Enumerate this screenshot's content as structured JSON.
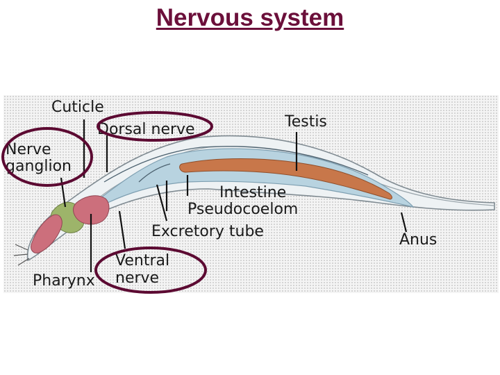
{
  "title": "Nervous system",
  "labels": {
    "cuticle": "Cuticle",
    "dorsal_nerve": "Dorsal nerve",
    "testis": "Testis",
    "nerve": "Nerve",
    "ganglion": "ganglion",
    "intestine": "Intestine",
    "pseudocoelom": "Pseudocoelom",
    "excretory_tube": "Excretory tube",
    "anus": "Anus",
    "ventral": "Ventral",
    "nerve_ventral": "nerve",
    "pharynx": "Pharynx"
  },
  "colors": {
    "title": "#6b0f3a",
    "highlight_ring": "#5c0a32",
    "pharynx": "#cc6f7c",
    "ganglion": "#9db46a",
    "body_cavity": "#b8d3e0",
    "testis": "#c8774a"
  }
}
